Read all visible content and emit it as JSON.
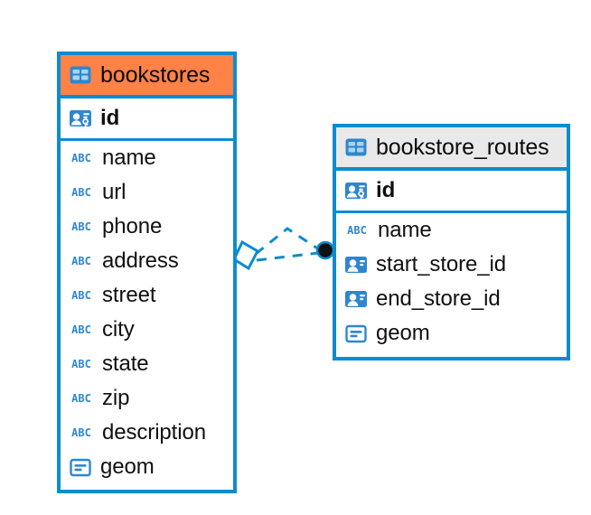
{
  "diagram": {
    "type": "entity-relationship-diagram",
    "background_color": "#ffffff",
    "accent_blue": "#0c8cd0",
    "header_orange": "#ff8246",
    "header_gray": "#e9e9e9"
  },
  "entities": [
    {
      "name": "bookstores",
      "header_style": "accent-orange",
      "table_icon": "table-icon",
      "columns": [
        {
          "label": "id",
          "icon": "primary-key-icon",
          "kind": "pk"
        },
        {
          "label": "name",
          "icon": "text-abc-icon",
          "kind": "text"
        },
        {
          "label": "url",
          "icon": "text-abc-icon",
          "kind": "text"
        },
        {
          "label": "phone",
          "icon": "text-abc-icon",
          "kind": "text"
        },
        {
          "label": "address",
          "icon": "text-abc-icon",
          "kind": "text"
        },
        {
          "label": "street",
          "icon": "text-abc-icon",
          "kind": "text"
        },
        {
          "label": "city",
          "icon": "text-abc-icon",
          "kind": "text"
        },
        {
          "label": "state",
          "icon": "text-abc-icon",
          "kind": "text"
        },
        {
          "label": "zip",
          "icon": "text-abc-icon",
          "kind": "text"
        },
        {
          "label": "description",
          "icon": "text-abc-icon",
          "kind": "text"
        },
        {
          "label": "geom",
          "icon": "geometry-icon",
          "kind": "geometry"
        }
      ]
    },
    {
      "name": "bookstore_routes",
      "header_style": "accent-gray",
      "table_icon": "table-icon",
      "columns": [
        {
          "label": "id",
          "icon": "primary-key-icon",
          "kind": "pk"
        },
        {
          "label": "name",
          "icon": "text-abc-icon",
          "kind": "text"
        },
        {
          "label": "start_store_id",
          "icon": "foreign-key-icon",
          "kind": "fk"
        },
        {
          "label": "end_store_id",
          "icon": "foreign-key-icon",
          "kind": "fk"
        },
        {
          "label": "geom",
          "icon": "geometry-icon",
          "kind": "geometry"
        }
      ]
    }
  ],
  "relationship": {
    "style": "dashed",
    "color": "#0c8cd0",
    "source_marker": "diamond-outline",
    "target_marker": "filled-circle",
    "target_marker_color": "#111111"
  },
  "icon_glyphs": {
    "text_abc_label": "ABC"
  }
}
